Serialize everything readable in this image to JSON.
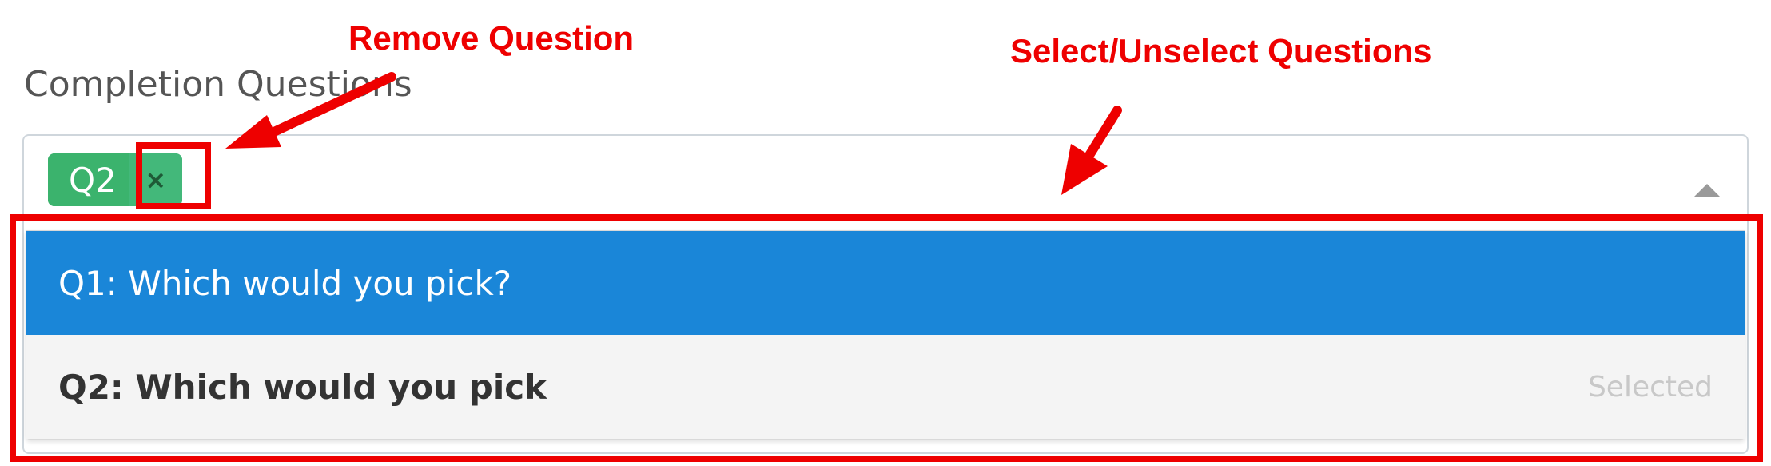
{
  "field": {
    "label": "Completion Questions"
  },
  "select": {
    "tags": [
      {
        "label": "Q2",
        "remove_glyph": "×"
      }
    ]
  },
  "dropdown": {
    "options": [
      {
        "label": "Q1: Which would you pick?",
        "state": "highlighted",
        "status": ""
      },
      {
        "label": "Q2: Which would you pick",
        "state": "selected",
        "status": "Selected"
      }
    ]
  },
  "annotations": {
    "remove_question": "Remove Question",
    "select_unselect": "Select/Unselect Questions",
    "color": "#ee0000"
  },
  "colors": {
    "tag": "#3bb36d",
    "highlight": "#1a86d8"
  },
  "icons": {
    "caret": "caret-up-icon",
    "remove": "close-icon"
  }
}
